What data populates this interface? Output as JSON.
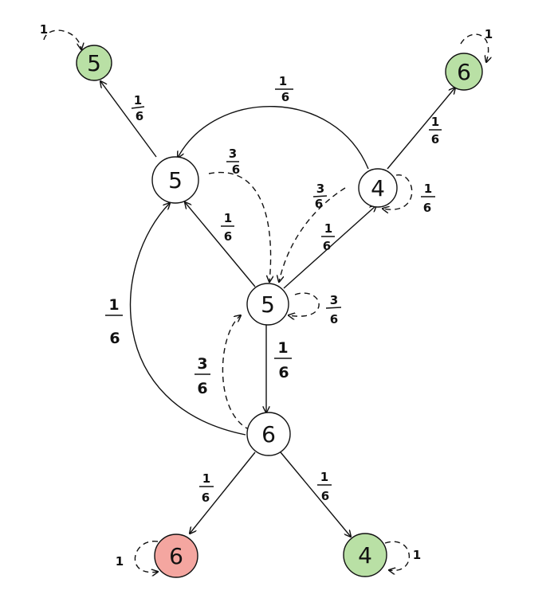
{
  "nodes": {
    "n_top_left": {
      "label": "5",
      "fill": "#b9e0a5"
    },
    "n_top_right": {
      "label": "6",
      "fill": "#b9e0a5"
    },
    "n_left": {
      "label": "5",
      "fill": "#ffffff"
    },
    "n_right": {
      "label": "4",
      "fill": "#ffffff"
    },
    "n_center": {
      "label": "5",
      "fill": "#ffffff"
    },
    "n_lower": {
      "label": "6",
      "fill": "#ffffff"
    },
    "n_bottom_left": {
      "label": "6",
      "fill": "#f4a6a0"
    },
    "n_bottom_right": {
      "label": "4",
      "fill": "#b9e0a5"
    }
  },
  "edge_labels": {
    "top_left_self": {
      "num": "1"
    },
    "top_right_self": {
      "num": "1"
    },
    "left_to_topleft": {
      "num": "1",
      "den": "6"
    },
    "arc_top": {
      "num": "1",
      "den": "6"
    },
    "left_dashed": {
      "num": "3",
      "den": "6"
    },
    "right_to_topright": {
      "num": "1",
      "den": "6"
    },
    "right_self": {
      "num": "1",
      "den": "6"
    },
    "right_dashed": {
      "num": "3",
      "den": "6"
    },
    "center_to_left": {
      "num": "1",
      "den": "6"
    },
    "center_to_right": {
      "num": "1",
      "den": "6"
    },
    "center_self": {
      "num": "3",
      "den": "6"
    },
    "arc_left": {
      "num": "1",
      "den": "6"
    },
    "lower_dashed": {
      "num": "3",
      "den": "6"
    },
    "center_to_lower": {
      "num": "1",
      "den": "6"
    },
    "lower_to_botleft": {
      "num": "1",
      "den": "6"
    },
    "lower_to_botright": {
      "num": "1",
      "den": "6"
    },
    "bot_left_self": {
      "num": "1"
    },
    "bot_right_self": {
      "num": "1"
    }
  }
}
